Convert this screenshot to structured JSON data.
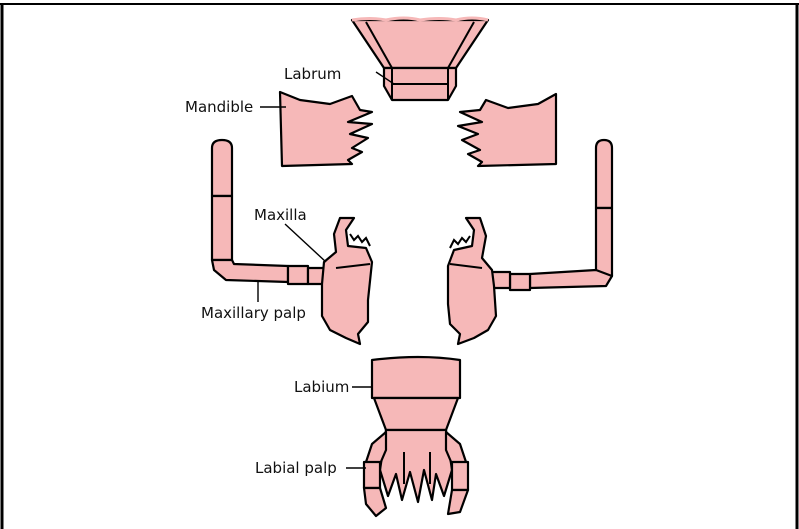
{
  "labels": {
    "labrum": "Labrum",
    "mandible": "Mandible",
    "maxilla": "Maxilla",
    "maxillary_palp": "Maxillary palp",
    "labium": "Labium",
    "labial_palp": "Labial palp"
  },
  "colors": {
    "part_fill": "#f6b8b8",
    "outline": "#000000",
    "border": "#000000"
  }
}
